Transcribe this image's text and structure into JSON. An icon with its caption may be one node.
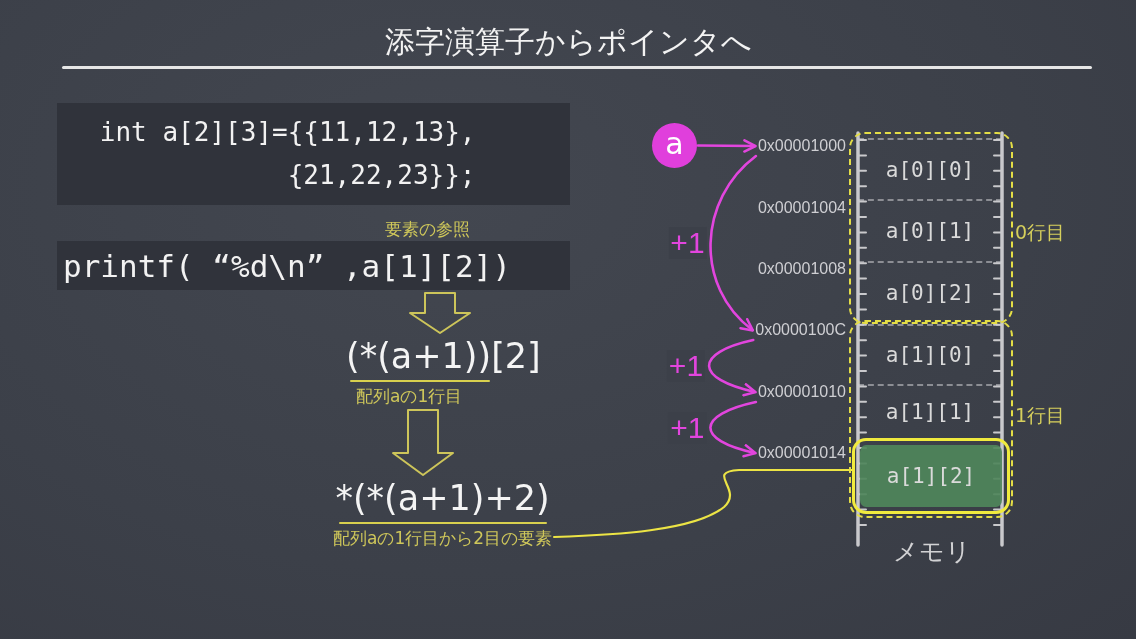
{
  "diagram": {
    "title": "添字演算子からポインタへ",
    "nodes": [
      {
        "text": [
          "int a[2][3]={{11,12,13}, {21,22,23}};"
        ]
      },
      {
        "text": [
          "printf( “%d\\n” ,a[1][2])"
        ],
        "beside": [
          "要素の参照"
        ]
      },
      {
        "text": [
          "(*(a+1))[2]",
          "配列aの1行目"
        ]
      },
      {
        "text": [
          "*(*(a+1)+2)",
          "配列aの1行目から2目の要素"
        ]
      },
      {
        "text": [
          "a"
        ]
      },
      {
        "text": [
          "0x00001000"
        ]
      },
      {
        "text": [
          "0x00001004"
        ]
      },
      {
        "text": [
          "0x00001008"
        ]
      },
      {
        "text": [
          "0x0000100C"
        ]
      },
      {
        "text": [
          "0x00001010"
        ]
      },
      {
        "text": [
          "0x00001014"
        ]
      },
      {
        "text": [
          "0行目"
        ]
      },
      {
        "text": [
          "a[0][0]"
        ],
        "in": 11
      },
      {
        "text": [
          "a[0][1]"
        ],
        "in": 11
      },
      {
        "text": [
          "a[0][2]"
        ],
        "in": 11
      },
      {
        "text": [
          "1行目"
        ]
      },
      {
        "text": [
          "a[1][0]"
        ],
        "in": 15
      },
      {
        "text": [
          "a[1][1]"
        ],
        "in": 15
      },
      {
        "text": [
          "a[1][2]"
        ],
        "in": 15
      }
    ],
    "edges": [
      {
        "from": 1,
        "to": 2,
        "arrow": "to",
        "color": "#cdc55a"
      },
      {
        "from": 2,
        "to": 3,
        "arrow": "to",
        "color": "#cdc55a"
      },
      {
        "from": 4,
        "to": 5,
        "arrow": "to"
      },
      {
        "from": 5,
        "to": 8,
        "arrow": "to",
        "label": "+1"
      },
      {
        "from": 8,
        "to": 9,
        "arrow": "to",
        "label": "+1"
      },
      {
        "from": 9,
        "to": 10,
        "arrow": "to",
        "label": "+1"
      },
      {
        "from": 3,
        "to": 18,
        "arrow": "none",
        "color": "#ece445"
      }
    ],
    "labels": [
      "メモリ"
    ]
  }
}
